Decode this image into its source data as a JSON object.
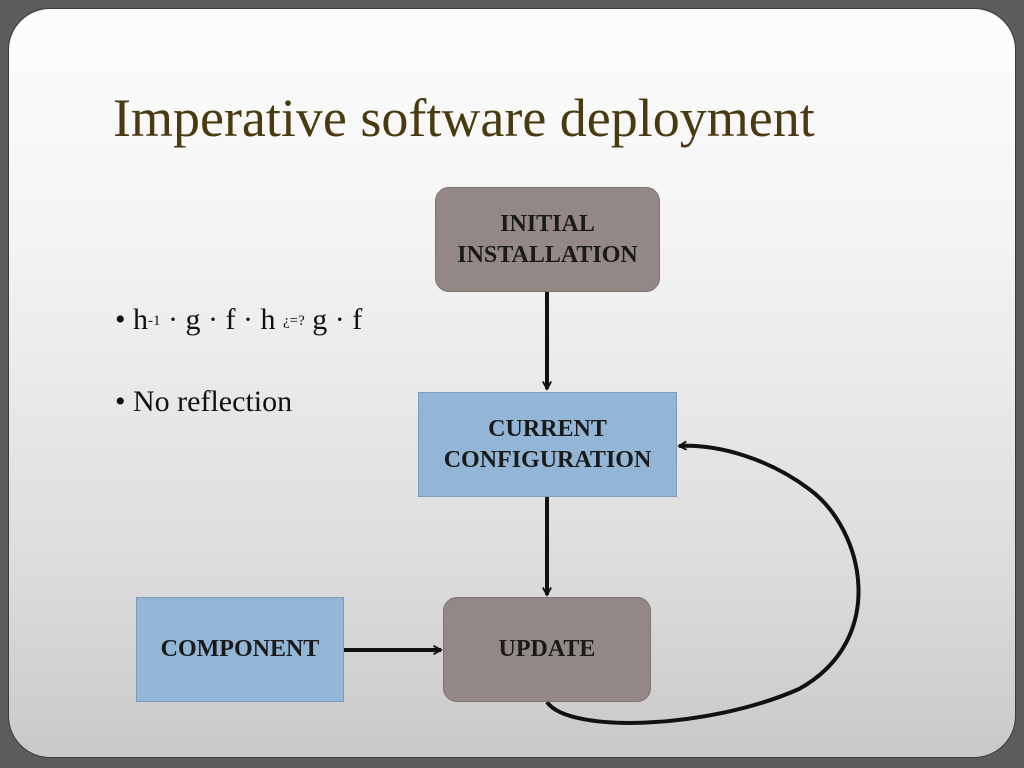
{
  "slide": {
    "title": "Imperative software deployment",
    "bullets": [
      {
        "marker": "•",
        "parts": [
          "h",
          "-1",
          " · g · f · h ",
          "¿=?",
          " g · f"
        ]
      },
      {
        "marker": "•",
        "text": "No reflection"
      }
    ]
  },
  "diagram": {
    "nodes": {
      "initial_installation": {
        "lines": [
          "INITIAL",
          "INSTALLATION"
        ]
      },
      "current_configuration": {
        "lines": [
          "CURRENT",
          "CONFIGURATION"
        ]
      },
      "update": {
        "label": "UPDATE"
      },
      "component": {
        "label": "COMPONENT"
      }
    },
    "colors": {
      "grey_box": "#938886",
      "blue_box": "#93b6d6",
      "title": "#4a3a10",
      "arrow": "#111111"
    }
  }
}
